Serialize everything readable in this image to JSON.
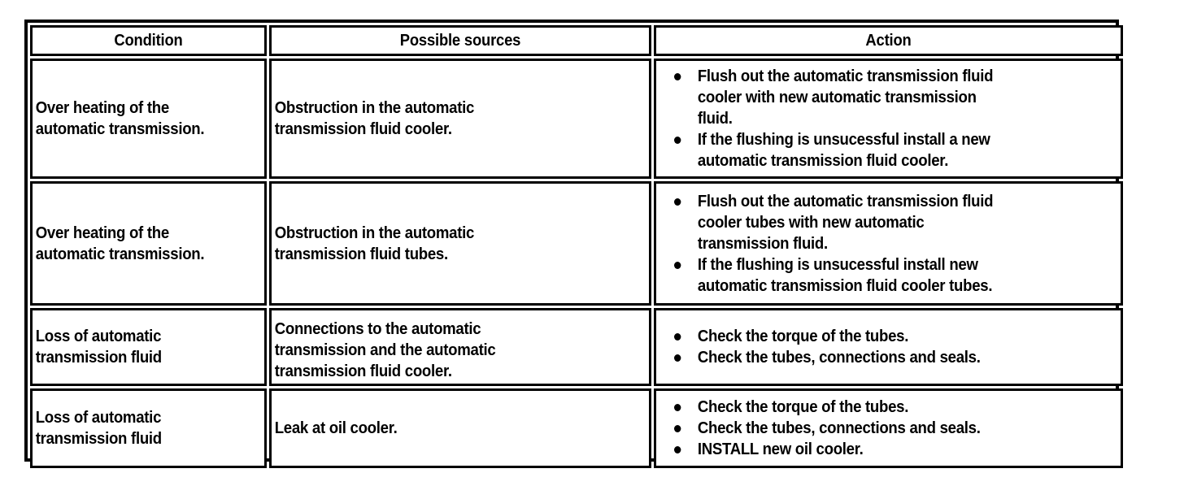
{
  "document": {
    "kind": "troubleshooting-table"
  },
  "table": {
    "headers": [
      {
        "label": "Condition"
      },
      {
        "label": "Possible sources"
      },
      {
        "label": "Action"
      }
    ],
    "rows": [
      {
        "condition": "Over heating of the\nautomatic transmission.",
        "sources": "Obstruction in the automatic\ntransmission fluid cooler.",
        "actions": [
          "Flush out the automatic transmission fluid\ncooler with new automatic transmission\nfluid.",
          "If the flushing is unsucessful install a new\nautomatic transmission fluid cooler."
        ]
      },
      {
        "condition": "Over heating of the\nautomatic transmission.",
        "sources": "Obstruction in the automatic\ntransmission fluid tubes.",
        "actions": [
          "Flush out the automatic transmission fluid\ncooler tubes with new automatic\ntransmission fluid.",
          "If the flushing is unsucessful install new\nautomatic transmission fluid cooler tubes."
        ]
      },
      {
        "condition": "Loss of automatic\ntransmission fluid",
        "sources": "Connections to the automatic\ntransmission and the automatic\ntransmission fluid cooler.",
        "actions": [
          "Check the torque of the tubes.",
          "Check the tubes, connections and seals."
        ]
      },
      {
        "condition": "Loss of automatic\ntransmission fluid",
        "sources": "Leak at oil cooler.",
        "actions": [
          "Check the torque of the tubes.",
          "Check the tubes, connections and seals.",
          "INSTALL new oil cooler."
        ]
      }
    ]
  },
  "colors": {
    "border": "#000000",
    "text": "#000000",
    "background": "#ffffff"
  }
}
